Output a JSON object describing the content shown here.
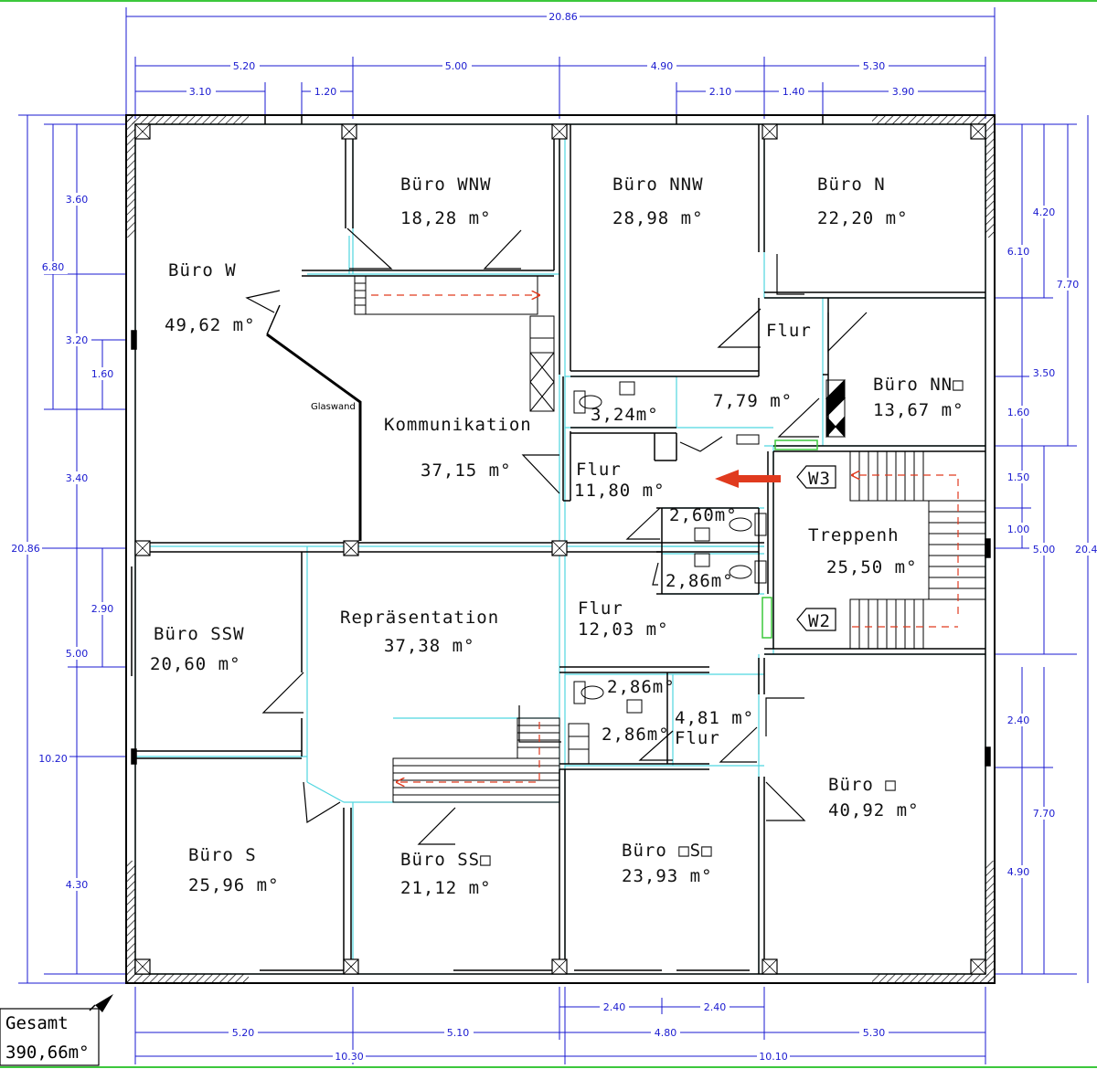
{
  "rooms": [
    {
      "name": "Büro  W",
      "area": "49,62 m°"
    },
    {
      "name": "Büro  WNW",
      "area": "18,28 m°"
    },
    {
      "name": "Büro  NNW",
      "area": "28,98 m°"
    },
    {
      "name": "Büro  N",
      "area": "22,20 m°"
    },
    {
      "name": "Flur",
      "area": ""
    },
    {
      "name": "Büro  NN□",
      "area": "13,67 m°"
    },
    {
      "name": "Kommunikation",
      "area": "37,15 m°"
    },
    {
      "name": "",
      "area": "7,79 m°"
    },
    {
      "name": "",
      "area": "3,24m°"
    },
    {
      "name": "Flur",
      "area": "11,80 m°"
    },
    {
      "name": "",
      "area": "2,60m°"
    },
    {
      "name": "",
      "area": "2,86m°"
    },
    {
      "name": "Treppenh",
      "area": "25,50 m°"
    },
    {
      "name": "Büro  SSW",
      "area": "20,60 m°"
    },
    {
      "name": "Repräsentation",
      "area": "37,38 m°"
    },
    {
      "name": "Flur",
      "area": "12,03 m°"
    },
    {
      "name": "",
      "area": "2,86m°"
    },
    {
      "name": "",
      "area": "2,86m°"
    },
    {
      "name": "Flur",
      "area": "4,81 m°"
    },
    {
      "name": "Büro  □",
      "area": "40,92 m°"
    },
    {
      "name": "Büro  S",
      "area": "25,96 m°"
    },
    {
      "name": "Büro  SS□",
      "area": "21,12 m°"
    },
    {
      "name": "Büro  □S□",
      "area": "23,93 m°"
    }
  ],
  "labels": {
    "glaswand": "Glaswand",
    "w3": "W3",
    "w2": "W2"
  },
  "total": {
    "label": "Gesamt",
    "value": "390,66m°"
  },
  "dimensions": {
    "top": [
      "20.86",
      "5.20",
      "5.00",
      "4.90",
      "5.30",
      "3.10",
      "1.20",
      "2.10",
      "1.40",
      "3.90"
    ],
    "bottom": [
      "2.40",
      "2.40",
      "5.20",
      "5.10",
      "4.80",
      "5.30",
      "10.30",
      "10.10"
    ],
    "left": [
      "3.60",
      "6.80",
      "3.20",
      "1.60",
      "3.40",
      "20.86",
      "2.90",
      "5.00",
      "10.20",
      "4.30"
    ],
    "right": [
      "4.20",
      "6.10",
      "7.70",
      "3.50",
      "1.60",
      "1.50",
      "1.00",
      "5.00",
      "20.4",
      "2.40",
      "7.70",
      "4.90"
    ]
  },
  "colors": {
    "dimension": "#1a1ad0",
    "wall": "#000000",
    "inner_line": "#4fd6e0",
    "arrow": "#e03a1e",
    "frame": "#3cc83c"
  }
}
